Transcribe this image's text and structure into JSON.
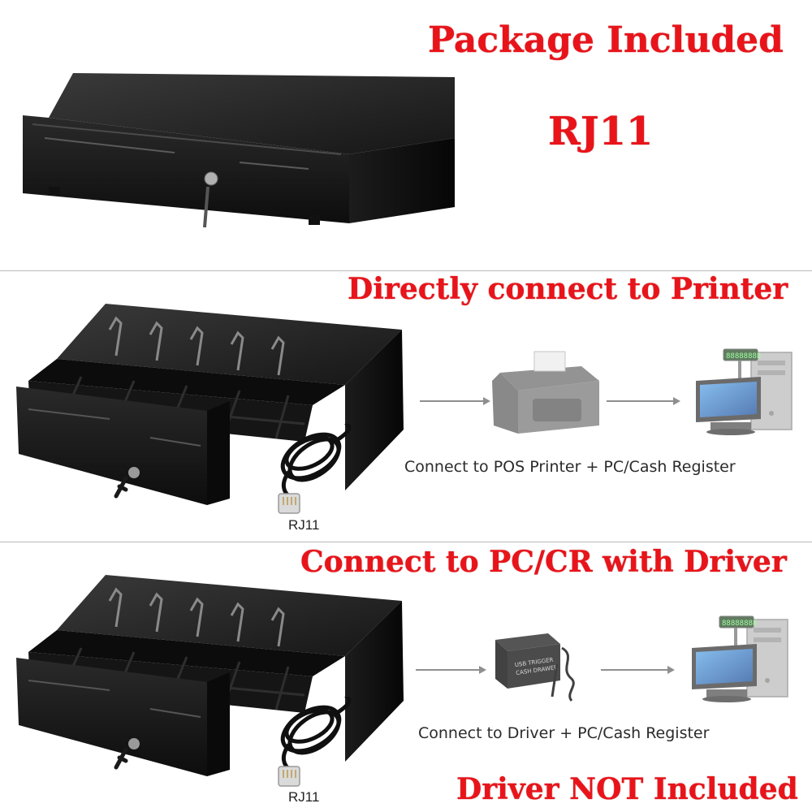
{
  "colors": {
    "headline_red": "#e8141a",
    "drawer_black": "#141414",
    "divider_gray": "#b9b9b9"
  },
  "package": {
    "headline": "Package Included",
    "subheadline": "RJ11"
  },
  "printer_section": {
    "headline": "Directly connect to Printer",
    "caption": "Connect to POS Printer + PC/Cash Register",
    "cable_label": "RJ11",
    "icons": [
      "cash-drawer-open-icon",
      "rj11-cable-icon",
      "pos-printer-icon",
      "pos-terminal-icon"
    ]
  },
  "driver_section": {
    "headline": "Connect to PC/CR with Driver",
    "caption": "Connect to Driver + PC/Cash Register",
    "cable_label": "RJ11",
    "note": "Driver NOT Included",
    "icons": [
      "cash-drawer-open-icon",
      "rj11-cable-icon",
      "usb-driver-box-icon",
      "pos-terminal-icon"
    ]
  }
}
